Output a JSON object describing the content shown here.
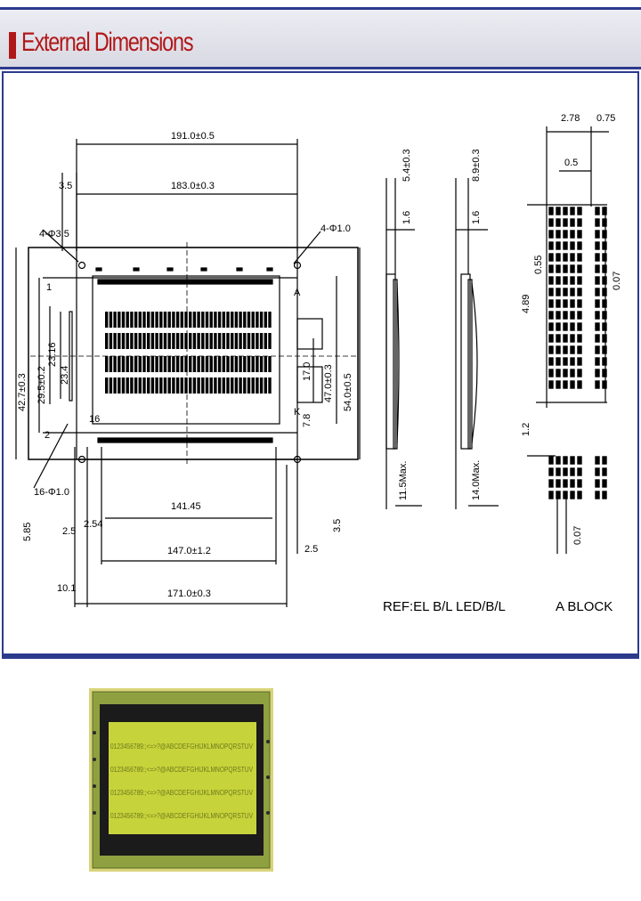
{
  "header": {
    "title": "External Dimensions"
  },
  "front_view": {
    "dims": {
      "overall_width": "191.0±0.5",
      "mount_hole_span": "183.0±0.3",
      "edge_to_hole": "3.5",
      "mount_holes": "4-Φ3.5",
      "holes_right": "4-Φ1.0",
      "viewing_area": "147.0±1.2",
      "active_area": "141.45",
      "bezel": "171.0±0.3",
      "h_overall": "54.0±0.5",
      "h_bezel": "47.0±0.3",
      "h_left_1": "42.7±0.3",
      "h_left_2": "29.5±0.2",
      "h_left_3": "23.16",
      "h_left_4": "23.4",
      "pin_row": "16-Φ1.0",
      "pitch": "2.54",
      "left_2_5": "2.5",
      "bottom_right": "2.5",
      "bottom_5_85": "5.85",
      "right_3_5": "3.5",
      "side_17": "17.0",
      "bottom_left_10_1": "10.1",
      "bl_7_8": "7.8",
      "label_A": "A",
      "label_K": "K",
      "row_num_1": "1",
      "row_num_16": "16",
      "row_num_2": "2"
    }
  },
  "side_el": {
    "top": "5.4±0.3",
    "mid": "1.6",
    "bottom": "11.5Max.",
    "caption": "REF:EL B/L"
  },
  "side_led": {
    "top": "8.9±0.3",
    "mid": "1.6",
    "bottom": "14.0Max.",
    "caption": "LED/B/L"
  },
  "block": {
    "top_left": "2.78",
    "top_right": "0.75",
    "small": "0.5",
    "col_h": "4.89",
    "col_w": "0.55",
    "right_h": "0.07",
    "gap": "1.2",
    "bottom_w": "0.07",
    "caption": "A BLOCK"
  },
  "photo": {
    "rows": [
      "0123456789:;<=>?@ABCDEFGHIJKLMNOPQRSTUV",
      "0123456789:;<=>?@ABCDEFGHIJKLMNOPQRSTUV",
      "0123456789:;<=>?@ABCDEFGHIJKLMNOPQRSTUV",
      "0123456789:;<=>?@ABCDEFGHIJKLMNOPQRSTUV"
    ]
  }
}
